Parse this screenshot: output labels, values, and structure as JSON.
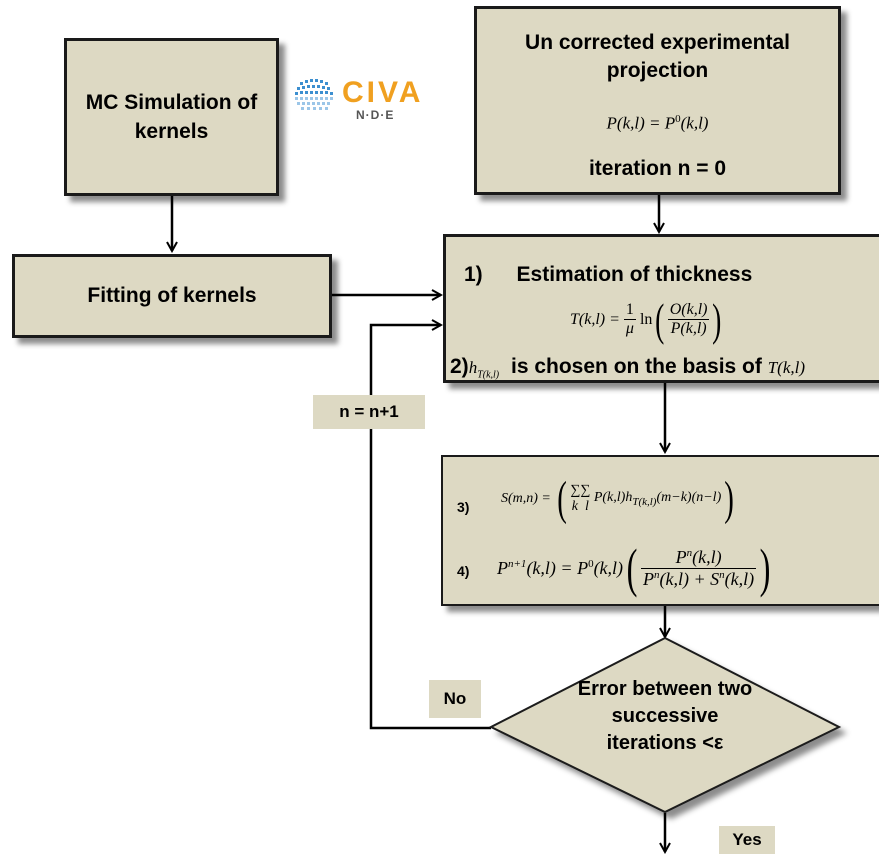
{
  "boxes": {
    "mc_simulation": "MC Simulation of kernels",
    "uncorrected_title": "Un corrected experimental projection",
    "uncorrected_formula": "P(k,l) = P⁰(k,l)",
    "iteration": "iteration n = 0",
    "fitting": "Fitting of kernels",
    "step1_num": "1)",
    "step1_label": "Estimation of thickness",
    "step2_num": "2)",
    "step2_label": "is chosen on the basis of",
    "step3_num": "3)",
    "step4_num": "4)",
    "decision": "Error between two successive iterations <ε"
  },
  "logo": {
    "name": "CIVA",
    "sub": "N·D·E"
  },
  "labels": {
    "loop": "n = n+1",
    "no": "No",
    "yes": "Yes"
  },
  "colors": {
    "box_fill": "#ddd9c3",
    "border": "#1a1a1a",
    "logo_orange": "#f0a020",
    "logo_blue": "#3c8fd0"
  }
}
